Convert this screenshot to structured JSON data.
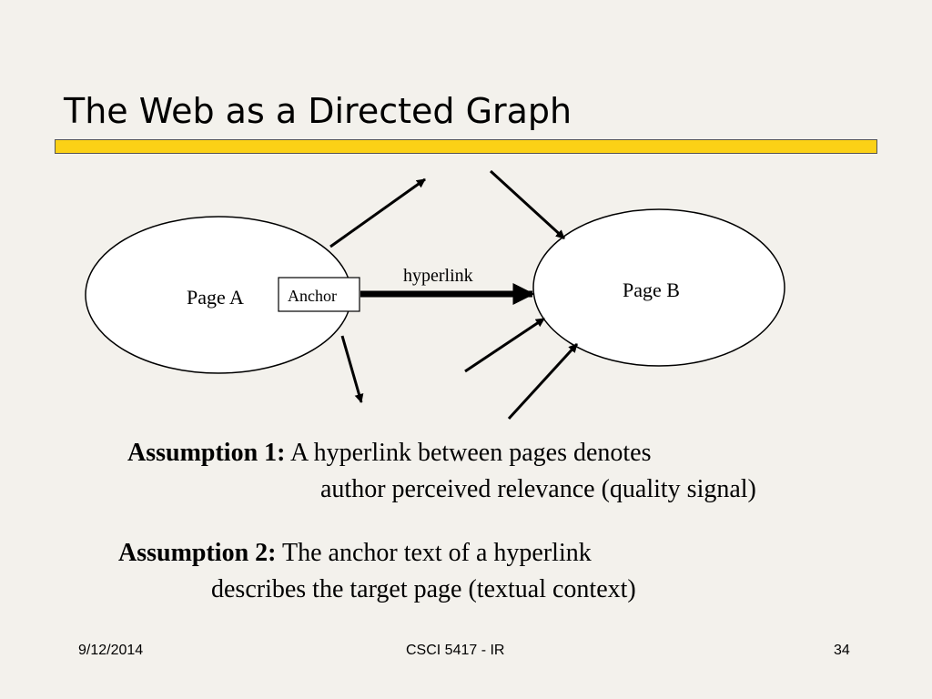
{
  "slide": {
    "title": "The Web as a Directed Graph",
    "accent_color": "#fbd116"
  },
  "diagram": {
    "page_a_label": "Page A",
    "anchor_label": "Anchor",
    "hyperlink_label": "hyperlink",
    "page_b_label": "Page B"
  },
  "assumptions": [
    {
      "lead": "Assumption 1:",
      "line1": "A hyperlink between pages denotes",
      "line2": "author perceived relevance (quality signal)"
    },
    {
      "lead": "Assumption 2:",
      "line1": "The anchor text of a hyperlink",
      "line2": "describes the target page (textual context)"
    }
  ],
  "footer": {
    "date": "9/12/2014",
    "course": "CSCI 5417 - IR",
    "page_number": "34"
  }
}
